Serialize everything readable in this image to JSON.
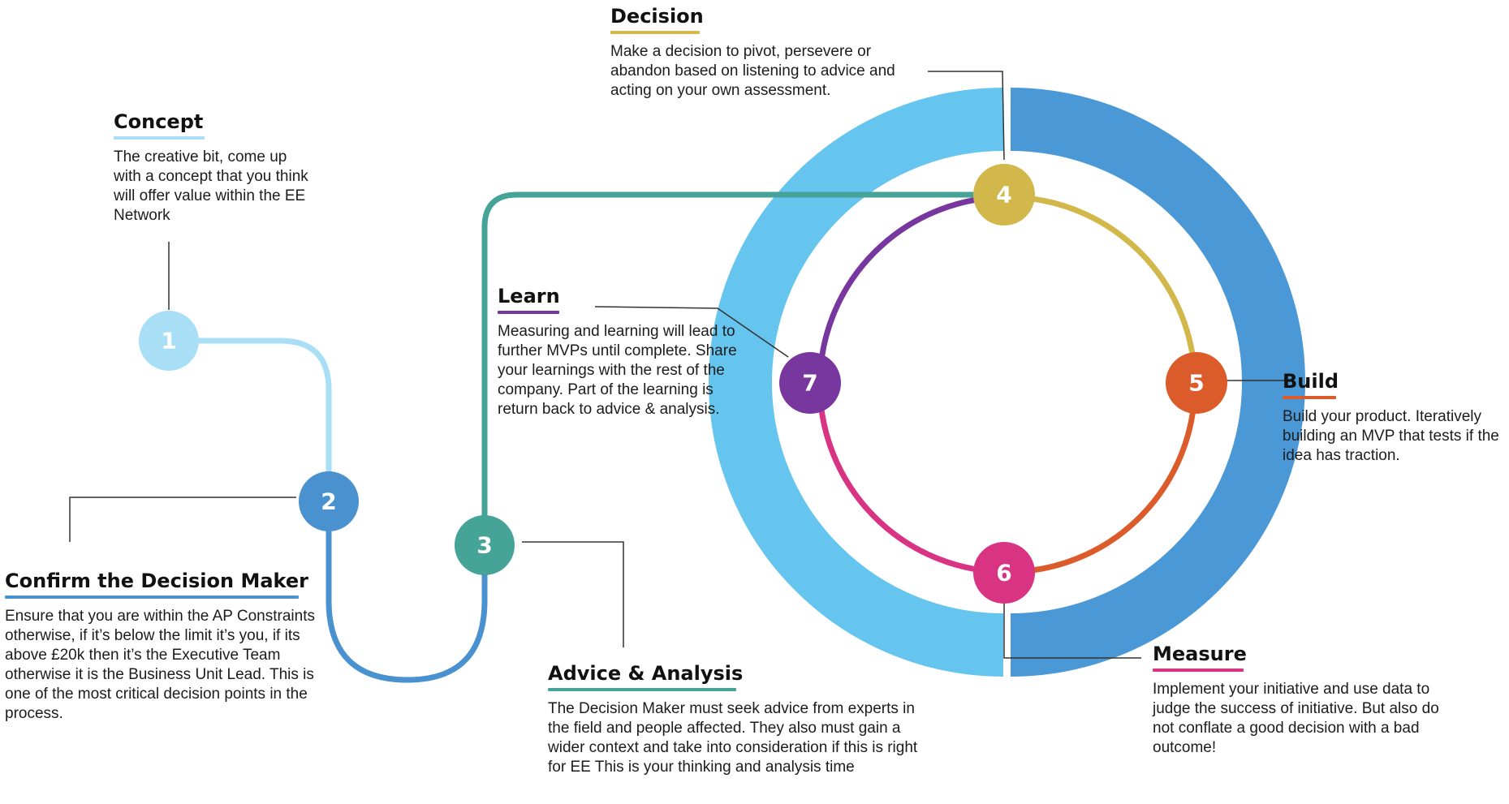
{
  "colors": {
    "step1": "#a8dff7",
    "step2": "#4a91cf",
    "step3": "#46a397",
    "step4": "#d2b84a",
    "step5": "#dc5b2a",
    "step6": "#d93384",
    "step7": "#77379e",
    "ring_light": "#66c5ee",
    "ring_dark": "#4a98d6",
    "leader": "#333333"
  },
  "steps": [
    {
      "number": "1",
      "title": "Concept",
      "description": "The creative bit, come up with a concept that you think will offer value within the EE Network"
    },
    {
      "number": "2",
      "title": "Confirm the Decision Maker",
      "description": "Ensure that you are within the AP Constraints otherwise, if it’s below the limit it’s you, if its above £20k then it’s the Executive Team otherwise it is the Business Unit Lead.  This is one of the most critical decision points in the process."
    },
    {
      "number": "3",
      "title": "Advice & Analysis",
      "description": "The Decision Maker must seek advice from experts in the field and people affected. They also must gain a wider context and take into consideration if this is right for EE This is your thinking and analysis time"
    },
    {
      "number": "4",
      "title": "Decision",
      "description": "Make a decision to pivot, persevere or abandon based on listening to advice and acting on your own assessment."
    },
    {
      "number": "5",
      "title": "Build",
      "description": "Build your product.  Iteratively building an MVP that tests if the idea has traction."
    },
    {
      "number": "6",
      "title": "Measure",
      "description": "Implement your initiative and use data to judge the success of initiative.  But also do not conflate a good decision with a bad outcome!"
    },
    {
      "number": "7",
      "title": "Learn",
      "description": "Measuring and learning will lead to further MVPs until complete. Share your learnings with the rest of the company.  Part of the learning is return back to advice & analysis."
    }
  ]
}
